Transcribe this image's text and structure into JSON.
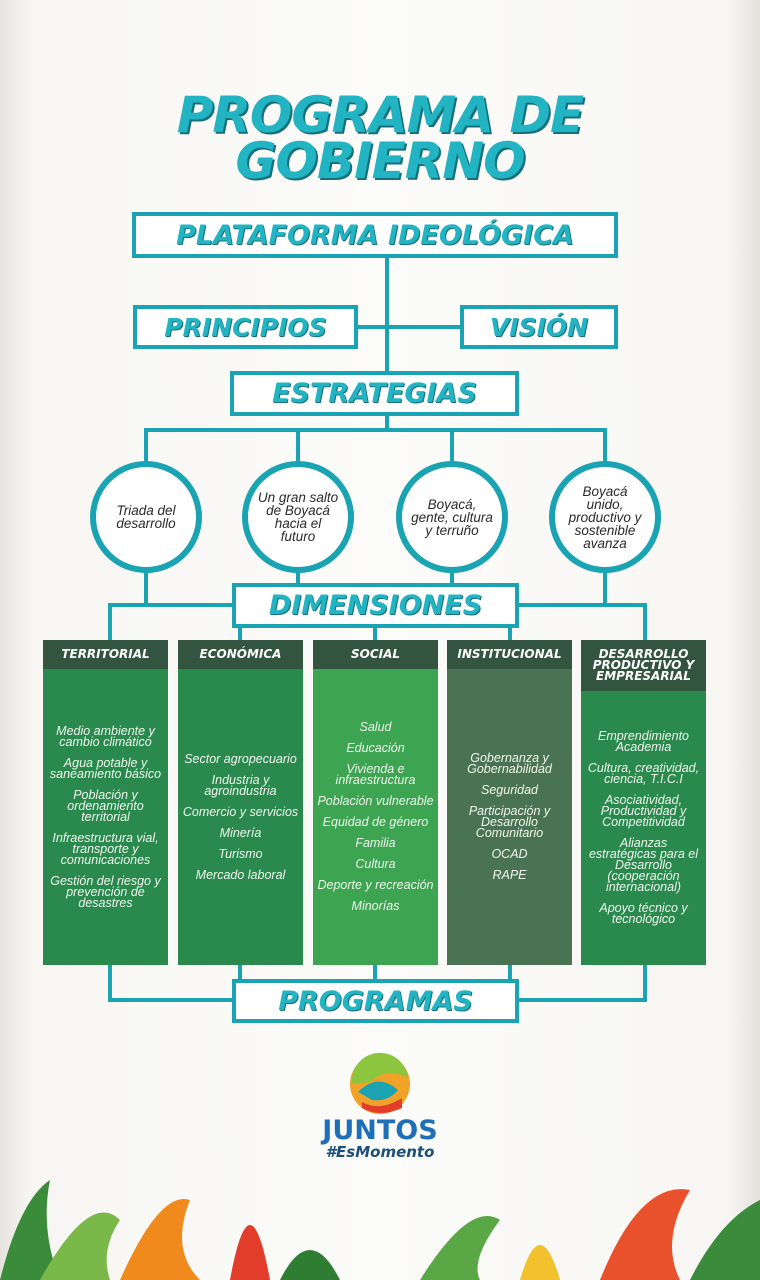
{
  "title": [
    "PROGRAMA DE",
    "GOBIERNO"
  ],
  "plataforma": "PLATAFORMA IDEOLÓGICA",
  "principios": "PRINCIPIOS",
  "vision": "VISIÓN",
  "estrategias": "ESTRATEGIAS",
  "strategies": [
    "Triada del desarrollo",
    "Un gran salto de Boyacá hacia el futuro",
    "Boyacá, gente, cultura y terruño",
    "Boyacá unido, productivo y sostenible avanza"
  ],
  "dimensiones": "DIMENSIONES",
  "columns": [
    {
      "title": "TERRITORIAL",
      "color": "#2a8a4e",
      "items": [
        "Medio ambiente y cambio climático",
        "Agua potable y saneamiento básico",
        "Población y ordenamiento territorial",
        "Infraestructura vial, transporte y comunicaciones",
        "Gestión del riesgo y prevención de desastres"
      ]
    },
    {
      "title": "ECONÓMICA",
      "color": "#2a8a4e",
      "items": [
        "Sector agropecuario",
        "Industria y agroindustria",
        "Comercio y servicios",
        "Minería",
        "Turismo",
        "Mercado laboral"
      ]
    },
    {
      "title": "SOCIAL",
      "color": "#3da452",
      "items": [
        "Salud",
        "Educación",
        "Vivienda e infraestructura",
        "Población vulnerable",
        "Equidad de género",
        "Familia",
        "Cultura",
        "Deporte y recreación",
        "Minorías"
      ]
    },
    {
      "title": "INSTITUCIONAL",
      "color": "#4a7353",
      "items": [
        "Gobernanza y Gobernabilidad",
        "Seguridad",
        "Participación y Desarrollo Comunitario",
        "OCAD",
        "RAPE"
      ]
    },
    {
      "title": "DESARROLLO PRODUCTIVO Y EMPRESARIAL",
      "color": "#2a8a4e",
      "items": [
        "Emprendimiento Academia",
        "Cultura, creatividad, ciencia, T.I.C.I",
        "Asociatividad, Productividad y Competitividad",
        "Alianzas estratégicas para el Desarrollo (cooperación internacional)",
        "Apoyo técnico y tecnológico"
      ]
    }
  ],
  "programas": "PROGRAMAS",
  "logo": {
    "name": "JUNTOS",
    "tag": "#EsMomento"
  }
}
